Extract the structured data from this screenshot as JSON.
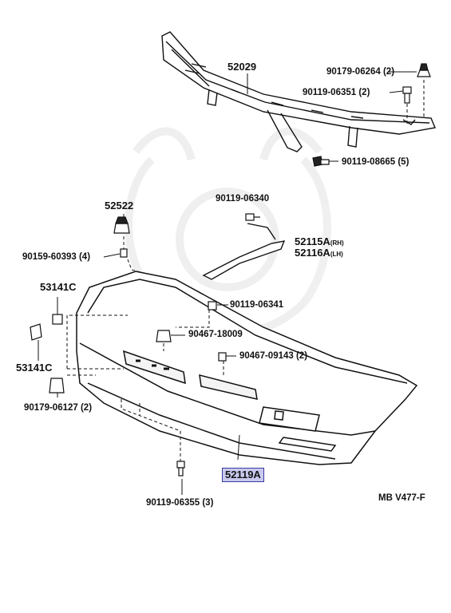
{
  "labels": {
    "p52029": "52029",
    "p90179_06264": "90179-06264 (2)",
    "p90119_06351": "90119-06351 (2)",
    "p90119_08665": "90119-08665 (5)",
    "p90119_06340": "90119-06340",
    "p52522": "52522",
    "p90159_60393": "90159-60393 (4)",
    "p52115A": "52115A",
    "p52115A_suffix": "(RH)",
    "p52116A": "52116A",
    "p52116A_suffix": "(LH)",
    "p53141C_top": "53141C",
    "p53141C_bottom": "53141C",
    "p90119_06341": "90119-06341",
    "p90467_18009": "90467-18009",
    "p90467_09143": "90467-09143 (2)",
    "p90179_06127": "90179-06127 (2)",
    "p52119A": "52119A",
    "p90119_06355": "90119-06355 (3)",
    "diagram_code": "MB V477-F"
  },
  "highlight_color": "#c9c9ee"
}
